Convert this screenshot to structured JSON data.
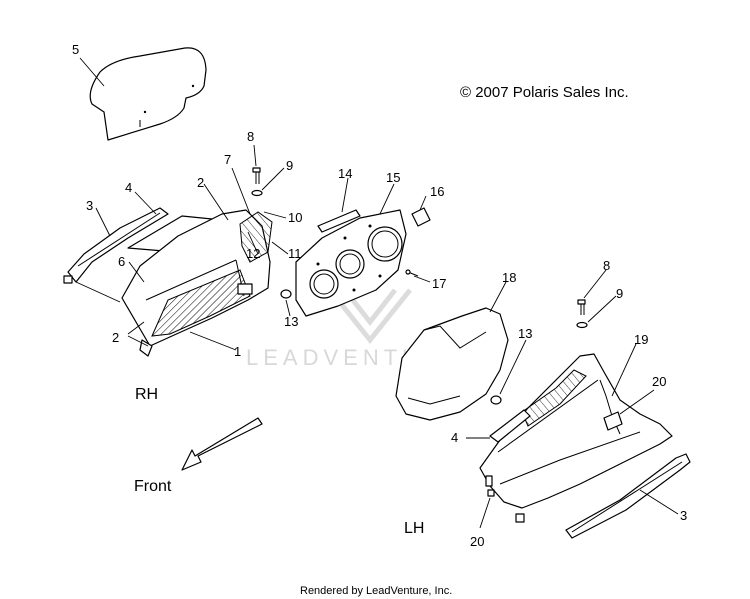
{
  "copyright": "© 2007 Polaris Sales Inc.",
  "footer": "Rendered by LeadVenture, Inc.",
  "watermark": "LEADVENTURE",
  "side_labels": {
    "rh": "RH",
    "lh": "LH",
    "front": "Front"
  },
  "callouts": {
    "c5": "5",
    "c8a": "8",
    "c9a": "9",
    "c7": "7",
    "c2a": "2",
    "c4a": "4",
    "c3a": "3",
    "c10": "10",
    "c14": "14",
    "c15": "15",
    "c16": "16",
    "c12": "12",
    "c11": "11",
    "c6": "6",
    "c17": "17",
    "c13a": "13",
    "c18": "18",
    "c8b": "8",
    "c9b": "9",
    "c2b": "2",
    "c1": "1",
    "c13b": "13",
    "c19": "19",
    "c20a": "20",
    "c4b": "4",
    "c3b": "3",
    "c20b": "20"
  },
  "colors": {
    "line": "#000000",
    "watermark": "#d8d8d8",
    "background": "#ffffff"
  }
}
